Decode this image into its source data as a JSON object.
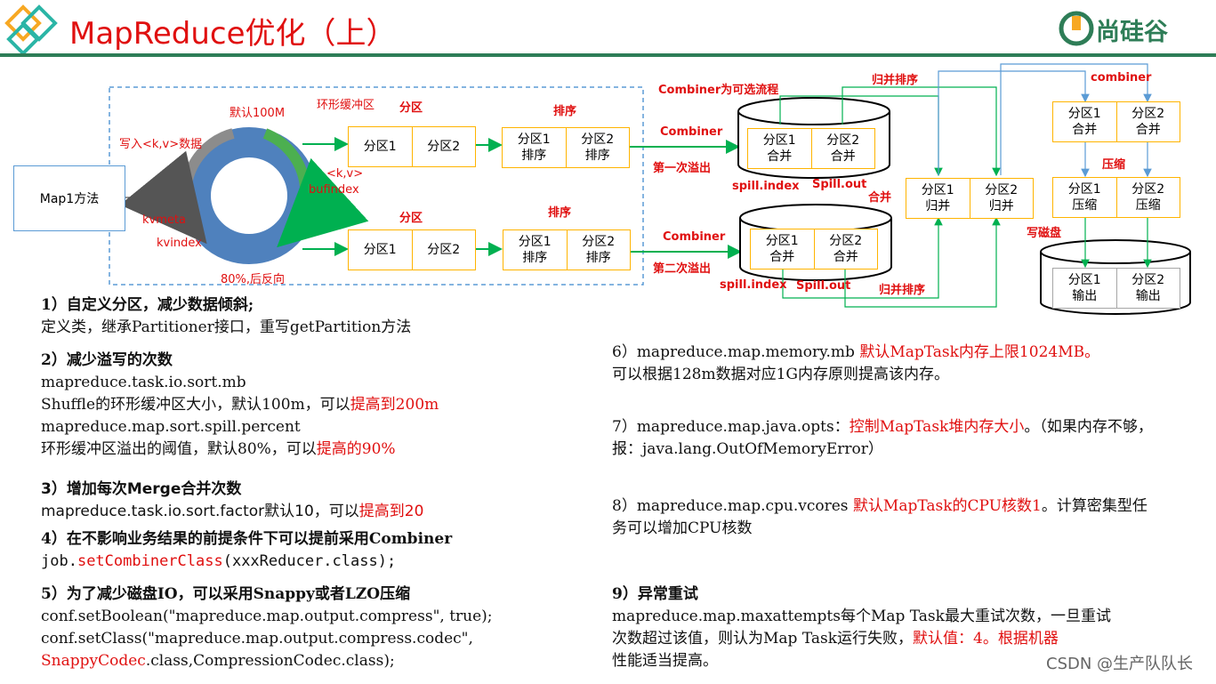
{
  "header": {
    "title": "MapReduce优化（上）",
    "brand": "尚硅谷"
  },
  "diagram": {
    "map_method": "Map1方法",
    "write_kv": "写入<k,v>数据",
    "default_100m": "默认100M",
    "ring_buffer": "环形缓冲区",
    "partition_top": "分区",
    "partition_bottom": "分区",
    "sort_top": "排序",
    "sort_bottom": "排序",
    "kv": "<k,v>",
    "bufindex": "bufindex",
    "kvmeta": "kvmeta",
    "kvindex": "kvindex",
    "reverse": "80%,后反向",
    "part_row1": [
      "分区1",
      "分区2"
    ],
    "part_row2": [
      "分区1",
      "分区2"
    ],
    "sorted_row1": [
      "分区1\n排序",
      "分区2\n排序"
    ],
    "sorted_row2": [
      "分区1\n排序",
      "分区2\n排序"
    ],
    "combiner_optional": "Combiner为可选流程",
    "combiner_1": "Combiner",
    "combiner_2": "Combiner",
    "spill_first": "第一次溢出",
    "spill_second": "第二次溢出",
    "disk1": [
      "分区1\n合并",
      "分区2\n合并"
    ],
    "disk2": [
      "分区1\n合并",
      "分区2\n合并"
    ],
    "spill_index_1": "spill.index",
    "spill_out_1": "Spill.out",
    "spill_index_2": "spill.index",
    "spill_out_2": "Spill.out",
    "merge": "合并",
    "merge_sort_top": "归并排序",
    "merge_sort_bottom": "归并排序",
    "merged": [
      "分区1\n归并",
      "分区2\n归并"
    ],
    "combiner_lc": "combiner",
    "combined": [
      "分区1\n合并",
      "分区2\n合并"
    ],
    "compress": "压缩",
    "compressed": [
      "分区1\n压缩",
      "分区2\n压缩"
    ],
    "write_disk": "写磁盘",
    "output": [
      "分区1\n输出",
      "分区2\n输出"
    ]
  },
  "left": {
    "s1_head": "1）自定义分区，减少数据倾斜;",
    "s1_red": "定义类，继承Partitioner接口，重写getPartition方法",
    "s2_head": "2）减少溢写的次数",
    "s2_l1": "mapreduce.task.io.sort.mb",
    "s2_l2a": "Shuffle的环形缓冲区大小，默认100m，可以",
    "s2_l2b": "提高到200m",
    "s2_l3": "mapreduce.map.sort.spill.percent",
    "s2_l4a": "环形缓冲区溢出的阈值，默认80%，可以",
    "s2_l4b": "提高的90%",
    "s3_head": "3）增加每次Merge合并次数",
    "s3_l1a": "mapreduce.task.io.sort.factor默认10，可以",
    "s3_l1b": "提高到20",
    "s4_head": "4）在不影响业务结果的前提条件下可以提前采用Combiner",
    "s4_a": "job.",
    "s4_b": "setCombinerClass",
    "s4_c": "(xxxReducer.class);",
    "s5_head": "5）为了减少磁盘IO，可以采用Snappy或者LZO压缩",
    "s5_l1": "conf.setBoolean(\"mapreduce.map.output.compress\", true);",
    "s5_l2": "conf.setClass(\"mapreduce.map.output.compress.codec\",",
    "s5_l3a": "SnappyCodec",
    "s5_l3b": ".class,CompressionCodec.class);"
  },
  "right": {
    "s6_a": "6）mapreduce.map.memory.mb ",
    "s6_b": "默认MapTask内存上限1024MB。",
    "s6_l2": "可以根据128m数据对应1G内存原则提高该内存。",
    "s7_a": "7）mapreduce.map.java.opts：",
    "s7_b": "控制MapTask堆内存大小",
    "s7_c": "。（如果内存不够，",
    "s7_l2": "报：java.lang.OutOfMemoryError）",
    "s8_a": "8）mapreduce.map.cpu.vcores ",
    "s8_b": "默认MapTask的CPU核数1",
    "s8_c": "。计算密集型任",
    "s8_l2": "务可以增加CPU核数",
    "s9_head": "9）异常重试",
    "s9_l1": "mapreduce.map.maxattempts每个Map Task最大重试次数，一旦重试",
    "s9_l2a": "次数超过该值，则认为Map Task运行失败，",
    "s9_l2b": "默认值：4。根据机器",
    "s9_l3": "性能适当提高。"
  },
  "watermark": "CSDN @生产队队长",
  "colors": {
    "accent_red": "#e01010",
    "brand_green": "#2e7d57",
    "box_border": "#ffb400",
    "arrow_green": "#00b050",
    "arrow_blue": "#5b9bd5"
  }
}
